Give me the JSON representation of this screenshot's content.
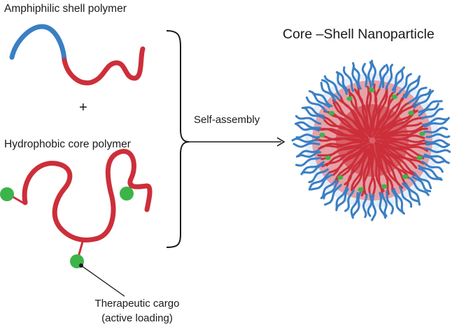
{
  "labels": {
    "amphiphilic": "Amphiphilic shell polymer",
    "plus": "+",
    "hydrophobic": "Hydrophobic core polymer",
    "self_assembly": "Self-assembly",
    "title": "Core –Shell Nanoparticle",
    "cargo_line1": "Therapeutic cargo",
    "cargo_line2": "(active loading)"
  },
  "colors": {
    "shell_blue": "#3a7fc4",
    "core_red": "#cc2f3a",
    "cargo_green": "#3cb44a",
    "core_fill": "#d03540",
    "line": "#1a1a1a"
  }
}
